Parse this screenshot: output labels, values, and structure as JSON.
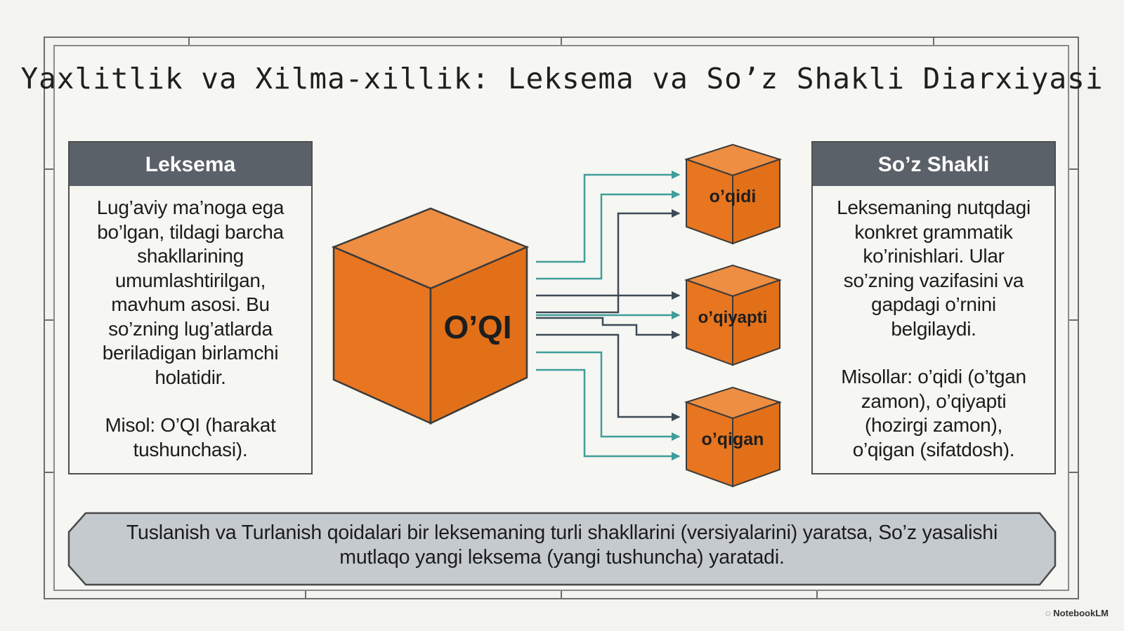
{
  "title": "Yaxlitlik va Xilma-xillik: Leksema va So’z Shakli Diarxiyasi",
  "left_panel": {
    "heading": "Leksema",
    "lines": [
      "Lug’aviy ma’noga ega",
      "bo’lgan, tildagi barcha",
      "shakllarining",
      "umumlashtirilgan,",
      "mavhum asosi. Bu",
      "so’zning lug’atlarda",
      "beriladigan birlamchi",
      "holatidir."
    ],
    "example_lines": [
      "Misol: O’QI (harakat",
      "tushunchasi)."
    ]
  },
  "right_panel": {
    "heading": "So’z Shakli",
    "lines": [
      "Leksemaning nutqdagi",
      "konkret grammatik",
      "ko’rinishlari. Ular",
      "so’zning vazifasini va",
      "gapdagi o’rnini",
      "belgilaydi."
    ],
    "example_lines": [
      "Misollar: o’qidi (o’tgan",
      "zamon), o’qiyapti",
      "(hozirgi zamon),",
      "o’qigan (sifatdosh)."
    ]
  },
  "main_cube": {
    "label": "O’QI"
  },
  "form_cubes": [
    {
      "label": "o’qidi"
    },
    {
      "label": "o’qiyapti"
    },
    {
      "label": "o’qigan"
    }
  ],
  "bottom_note": {
    "line1": "Tuslanish va Turlanish qoidalari bir leksemaning turli shakllarini (versiyalarini) yaratsa, So’z yasalishi",
    "line2": "mutlaqo yangi leksema (yangi tushuncha) yaratadi."
  },
  "watermark": "NotebookLM",
  "colors": {
    "cube_front": "#e8751f",
    "cube_top": "#ed8e43",
    "cube_side": "#d9691a",
    "arrow_teal": "#3f9e9a",
    "arrow_dark": "#3d4a57",
    "header_gray": "#5b6168"
  }
}
